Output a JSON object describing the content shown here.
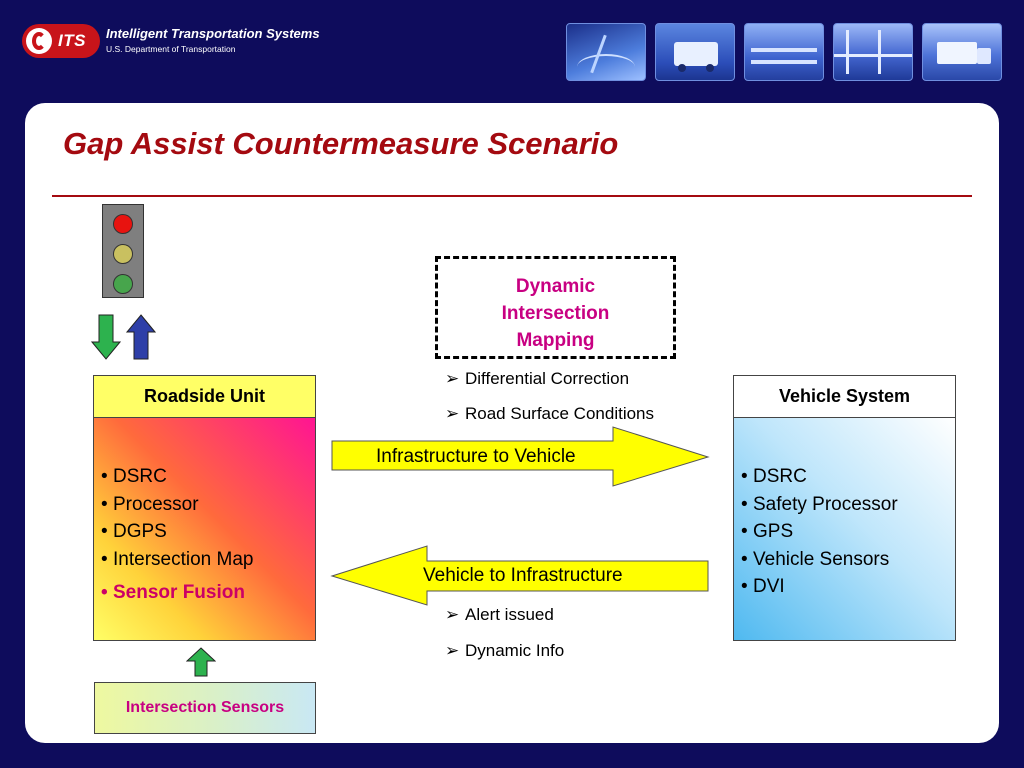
{
  "banner": {
    "logo_text": "ITS",
    "title": "Intelligent Transportation Systems",
    "subtitle": "U.S. Department of Transportation",
    "thumbnails": [
      "night-road",
      "ambulance",
      "highway-cars",
      "bridge",
      "truck"
    ]
  },
  "slide": {
    "title": "Gap Assist Countermeasure Scenario"
  },
  "roadside_unit": {
    "header": "Roadside Unit",
    "items": [
      "DSRC",
      "Processor",
      "DGPS",
      "Intersection Map"
    ],
    "highlight_item": "Sensor Fusion"
  },
  "vehicle_system": {
    "header": "Vehicle System",
    "items": [
      "DSRC",
      "Safety Processor",
      "GPS",
      "Vehicle Sensors",
      "DVI"
    ]
  },
  "dynamic_mapping": {
    "lines": [
      "Dynamic",
      "Intersection",
      "Mapping"
    ]
  },
  "infra_to_vehicle": {
    "label": "Infrastructure to Vehicle",
    "notes": [
      "Differential Correction",
      "Road Surface Conditions"
    ]
  },
  "vehicle_to_infra": {
    "label": "Vehicle to Infrastructure",
    "notes": [
      "Alert issued",
      "Dynamic Info"
    ]
  },
  "intersection_sensors": {
    "label": "Intersection Sensors"
  },
  "bullet": "•",
  "check": "➢",
  "colors": {
    "background": "#0e0c5c",
    "title_red": "#a40a10",
    "magenta": "#c80082",
    "arrow_yellow": "#ffff00",
    "box_yellow": "#ffff66"
  }
}
